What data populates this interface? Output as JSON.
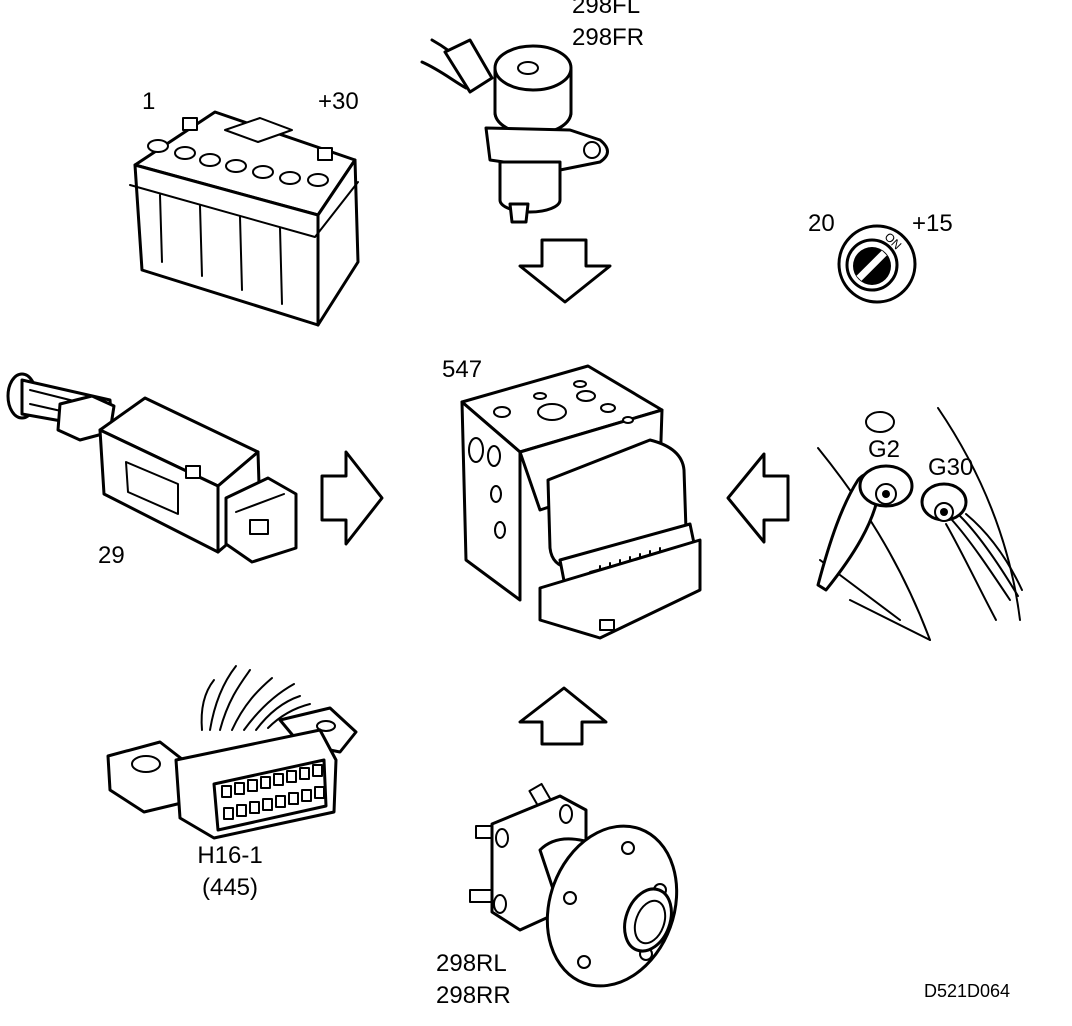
{
  "labels": {
    "wheel_sensor_front": [
      "298FL",
      "298FR"
    ],
    "battery_number": "1",
    "battery_terminal": "+30",
    "ignition_number": "20",
    "ignition_terminal": "+15",
    "ignition_switch_marking": "ON",
    "abs_unit": "547",
    "brake_light_switch": "29",
    "ground_points": [
      "G2",
      "G30"
    ],
    "diagnostic_connector": "H16-1",
    "diagnostic_connector_ref": "(445)",
    "wheel_sensor_rear": [
      "298RL",
      "298RR"
    ],
    "drawing_number": "D521D064"
  },
  "icons": {
    "battery": "battery-icon",
    "front_wheel_sensor": "wheel-speed-sensor-icon",
    "ignition_switch": "ignition-switch-icon",
    "abs_unit": "abs-control-module-icon",
    "brake_light_switch": "brake-light-switch-icon",
    "ground_connection": "ground-connection-icon",
    "diagnostic_connector": "diagnostic-connector-icon",
    "rear_wheel_hub": "wheel-hub-sensor-icon",
    "arrows": "flow-arrow-icon"
  }
}
